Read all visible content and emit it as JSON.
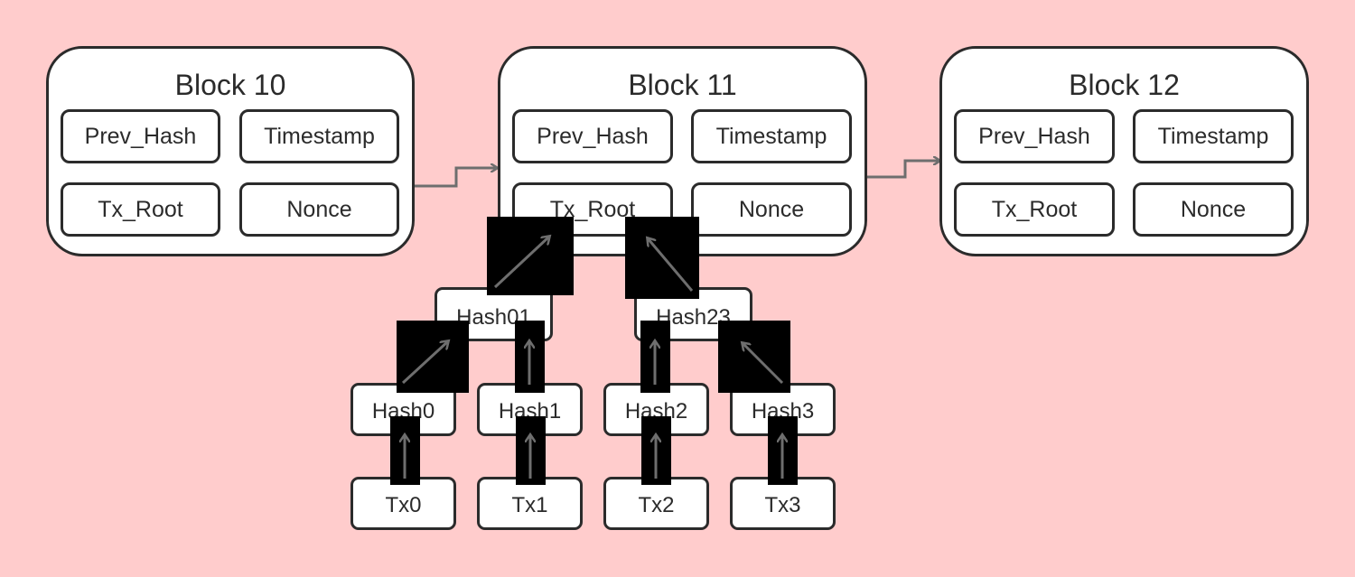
{
  "colors": {
    "background": "#ffcccc",
    "box_fill": "#ffffff",
    "box_border": "#2b2b2b",
    "connector": "#6e6e6e",
    "mark": "#000000"
  },
  "blocks": [
    {
      "title": "Block 10",
      "fields": {
        "prev_hash": "Prev_Hash",
        "timestamp": "Timestamp",
        "tx_root": "Tx_Root",
        "nonce": "Nonce"
      }
    },
    {
      "title": "Block 11",
      "fields": {
        "prev_hash": "Prev_Hash",
        "timestamp": "Timestamp",
        "tx_root": "Tx_Root",
        "nonce": "Nonce"
      }
    },
    {
      "title": "Block 12",
      "fields": {
        "prev_hash": "Prev_Hash",
        "timestamp": "Timestamp",
        "tx_root": "Tx_Root",
        "nonce": "Nonce"
      }
    }
  ],
  "merkle_tree": {
    "hash01": "Hash01",
    "hash23": "Hash23",
    "hashes": [
      "Hash0",
      "Hash1",
      "Hash2",
      "Hash3"
    ],
    "transactions": [
      "Tx0",
      "Tx1",
      "Tx2",
      "Tx3"
    ]
  }
}
